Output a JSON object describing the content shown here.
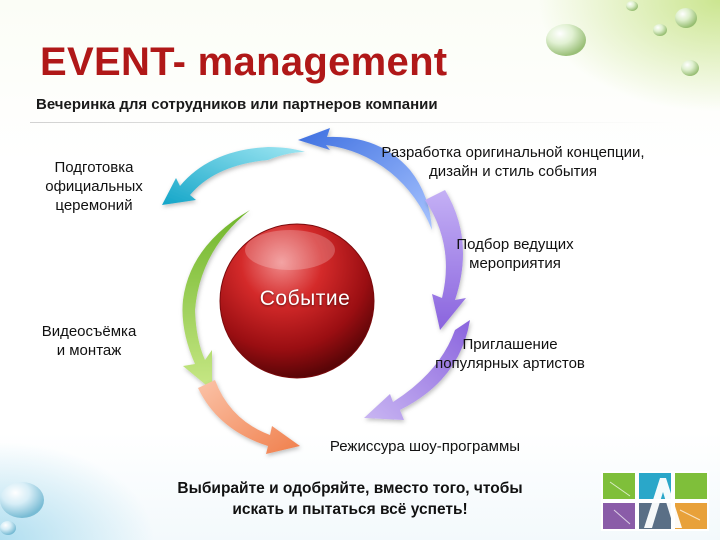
{
  "title": "EVENT- management",
  "subtitle": "Вечеринка для сотрудников или партнеров компании",
  "center": "Событие",
  "steps": [
    {
      "lines": [
        "Разработка оригинальной концепции,",
        "дизайн и стиль события"
      ]
    },
    {
      "lines": [
        "Подготовка",
        "официальных",
        "церемоний"
      ]
    },
    {
      "lines": [
        "Подбор ведущих",
        "мероприятия"
      ]
    },
    {
      "lines": [
        "Видеосъёмка",
        "и монтаж"
      ]
    },
    {
      "lines": [
        "Приглашение",
        "популярных артистов"
      ]
    },
    {
      "lines": [
        "Режиссура шоу-программы"
      ]
    }
  ],
  "footer": {
    "line1": "Выбирайте и одобряйте, вместо того, чтобы",
    "line2": "искать и пытаться всё успеть!"
  },
  "colors": {
    "title": "#b01818",
    "arrow_blue": "#6b8ee8",
    "arrow_purple": "#a98be8",
    "arrow_cyan": "#2bbcd6",
    "arrow_green": "#8cc63f",
    "arrow_orange": "#f79a6b",
    "center_sphere": "#c0151b"
  },
  "decorations": [
    "water-drop-icon",
    "logo-mark-icon"
  ]
}
